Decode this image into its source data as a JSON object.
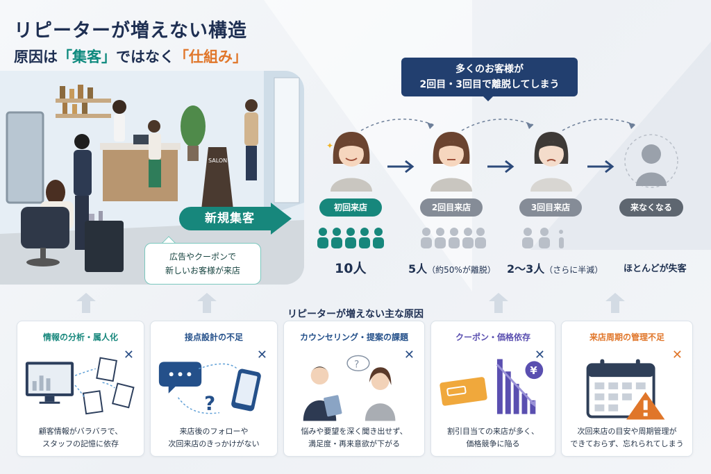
{
  "title": {
    "line1": "リピーターが増えない構造",
    "line2_prefix": "原因は",
    "line2_hl1": "「集客」",
    "line2_mid": "ではなく",
    "line2_hl2": "「仕組み」"
  },
  "photo": {
    "sign": "SALON"
  },
  "new_customers_arrow": "新規集客",
  "ad_bubble": {
    "line1": "広告やクーポンで",
    "line2": "新しいお客様が来店"
  },
  "callout": {
    "line1": "多くのお客様が",
    "line2": "2回目・3回目で離脱してしまう"
  },
  "stages": [
    {
      "label": "初回来店",
      "count": "10人",
      "note": "",
      "color": "#17877c"
    },
    {
      "label": "2回目来店",
      "count": "5人",
      "note": "（約50%が離脱）",
      "color": "#858c97"
    },
    {
      "label": "3回目来店",
      "count": "2〜3人",
      "note": "（さらに半減）",
      "color": "#858c97"
    },
    {
      "label": "来なくなる",
      "count": "",
      "note": "ほとんどが失客",
      "color": "#5e6670"
    }
  ],
  "causes_title": "リピーターが増えない主な原因",
  "causes": [
    {
      "title": "情報の分析・属人化",
      "desc1": "顧客情報がバラバラで、",
      "desc2": "スタッフの記憶に依存",
      "color": "#17877c"
    },
    {
      "title": "接点設計の不足",
      "desc1": "来店後のフォローや",
      "desc2": "次回来店のきっかけがない",
      "color": "#24508a"
    },
    {
      "title": "カウンセリング・提案の課題",
      "desc1": "悩みや要望を深く聞き出せず、",
      "desc2": "満足度・再来意欲が下がる",
      "color": "#24508a"
    },
    {
      "title": "クーポン・価格依存",
      "desc1": "割引目当ての来店が多く、",
      "desc2": "価格競争に陥る",
      "color": "#5a4fb0"
    },
    {
      "title": "来店周期の管理不足",
      "desc1": "次回来店の目安や周期管理が",
      "desc2": "できておらず、忘れられてしまう",
      "color": "#e0762a"
    }
  ],
  "card_x_mark": "✕",
  "coupon_icon": "¥",
  "question_mark": "?"
}
